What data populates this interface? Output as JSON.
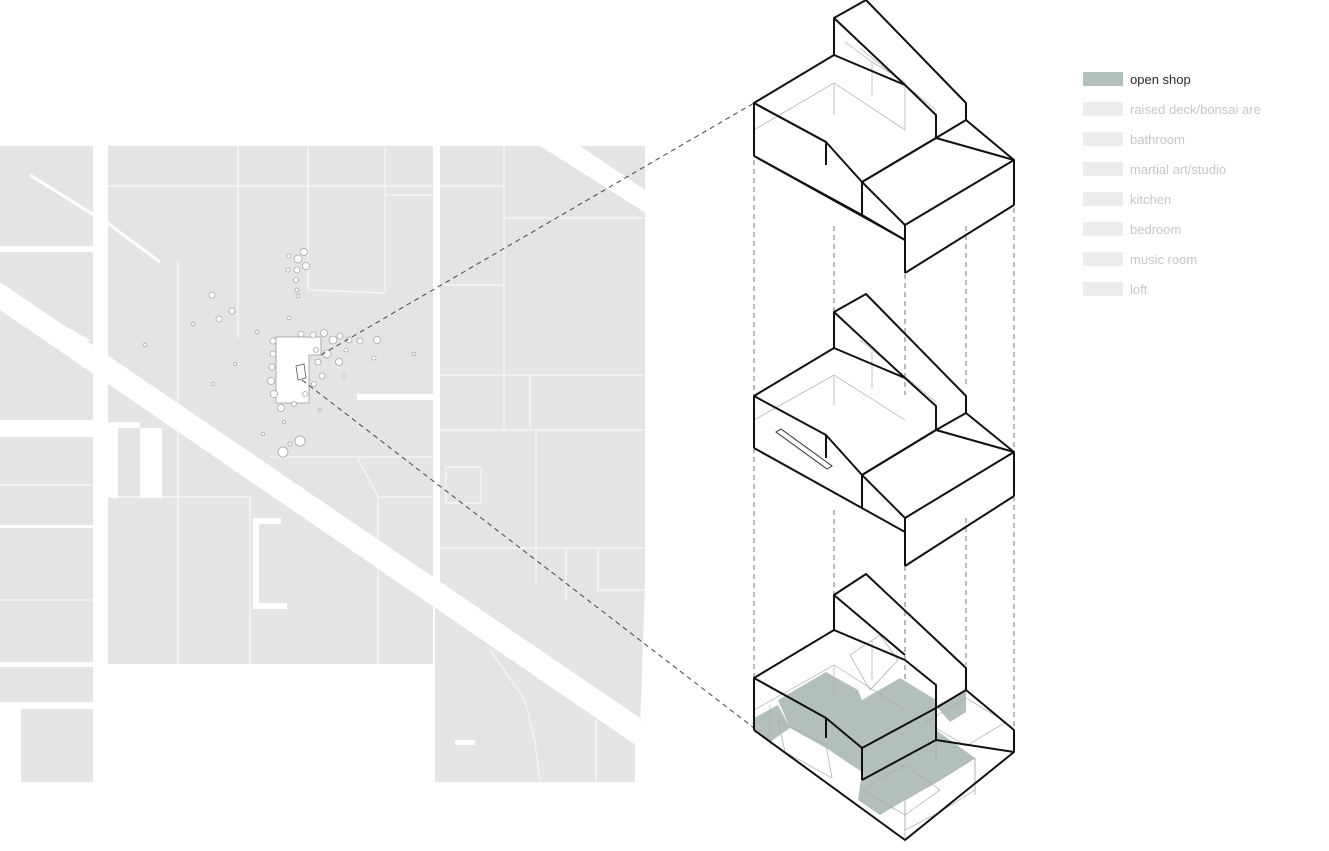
{
  "legend": {
    "items": [
      {
        "label": "open shop",
        "color": "#b3bfbb",
        "active": true
      },
      {
        "label": "raised deck/bonsai are",
        "color": "#ececec",
        "active": false
      },
      {
        "label": "bathroom",
        "color": "#ececec",
        "active": false
      },
      {
        "label": "martial art/studio",
        "color": "#ececec",
        "active": false
      },
      {
        "label": "kitchen",
        "color": "#ececec",
        "active": false
      },
      {
        "label": "bedroom",
        "color": "#ececec",
        "active": false
      },
      {
        "label": "music room",
        "color": "#ececec",
        "active": false
      },
      {
        "label": "loft",
        "color": "#ececec",
        "active": false
      }
    ]
  },
  "colors": {
    "block": "#e4e4e4",
    "street": "#ffffff",
    "highlight": "#b3bfbb",
    "line": "#111111"
  },
  "icons": [
    "site-plan",
    "tree-canopy",
    "axonometric-massing"
  ]
}
